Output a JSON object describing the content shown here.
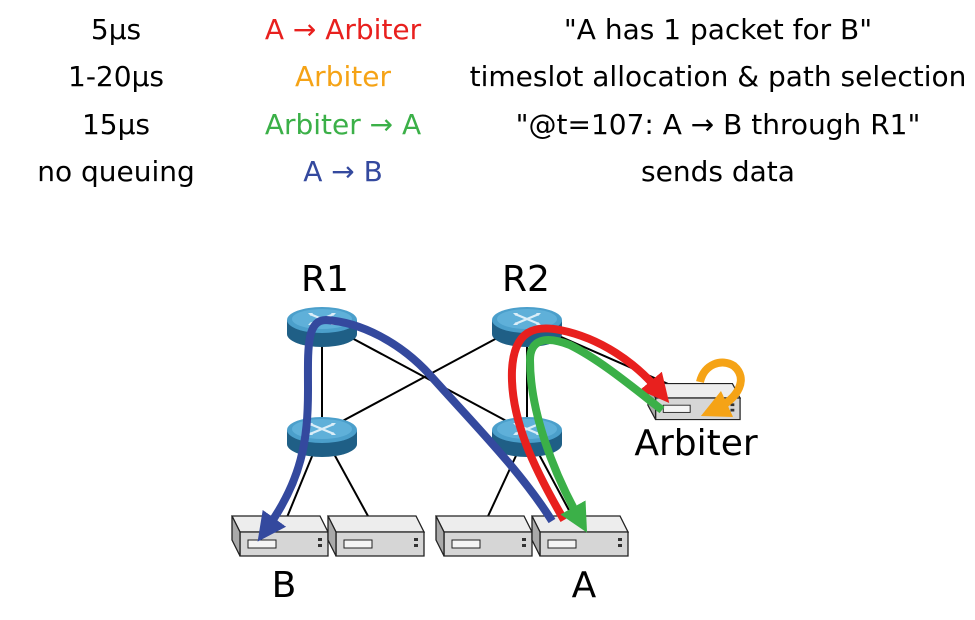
{
  "rows": [
    {
      "time": "5µs",
      "actor": "A → Arbiter",
      "description": "\"A has 1 packet for B\""
    },
    {
      "time": "1-20µs",
      "actor": "Arbiter",
      "description": "timeslot allocation & path selection"
    },
    {
      "time": "15µs",
      "actor": "Arbiter → A",
      "description": "\"@t=107: A → B through R1\""
    },
    {
      "time": "no queuing",
      "actor": "A → B",
      "description": "sends data"
    }
  ],
  "colors": {
    "request": "#e8201e",
    "arbiter": "#f5a316",
    "response": "#3bb048",
    "data": "#34499e",
    "router": "#3f8db8",
    "server": "#d9d9d9"
  },
  "labels": {
    "r1": "R1",
    "r2": "R2",
    "arbiter": "Arbiter",
    "host_a": "A",
    "host_b": "B"
  },
  "icons": {
    "router": "router-icon",
    "server": "server-icon"
  }
}
